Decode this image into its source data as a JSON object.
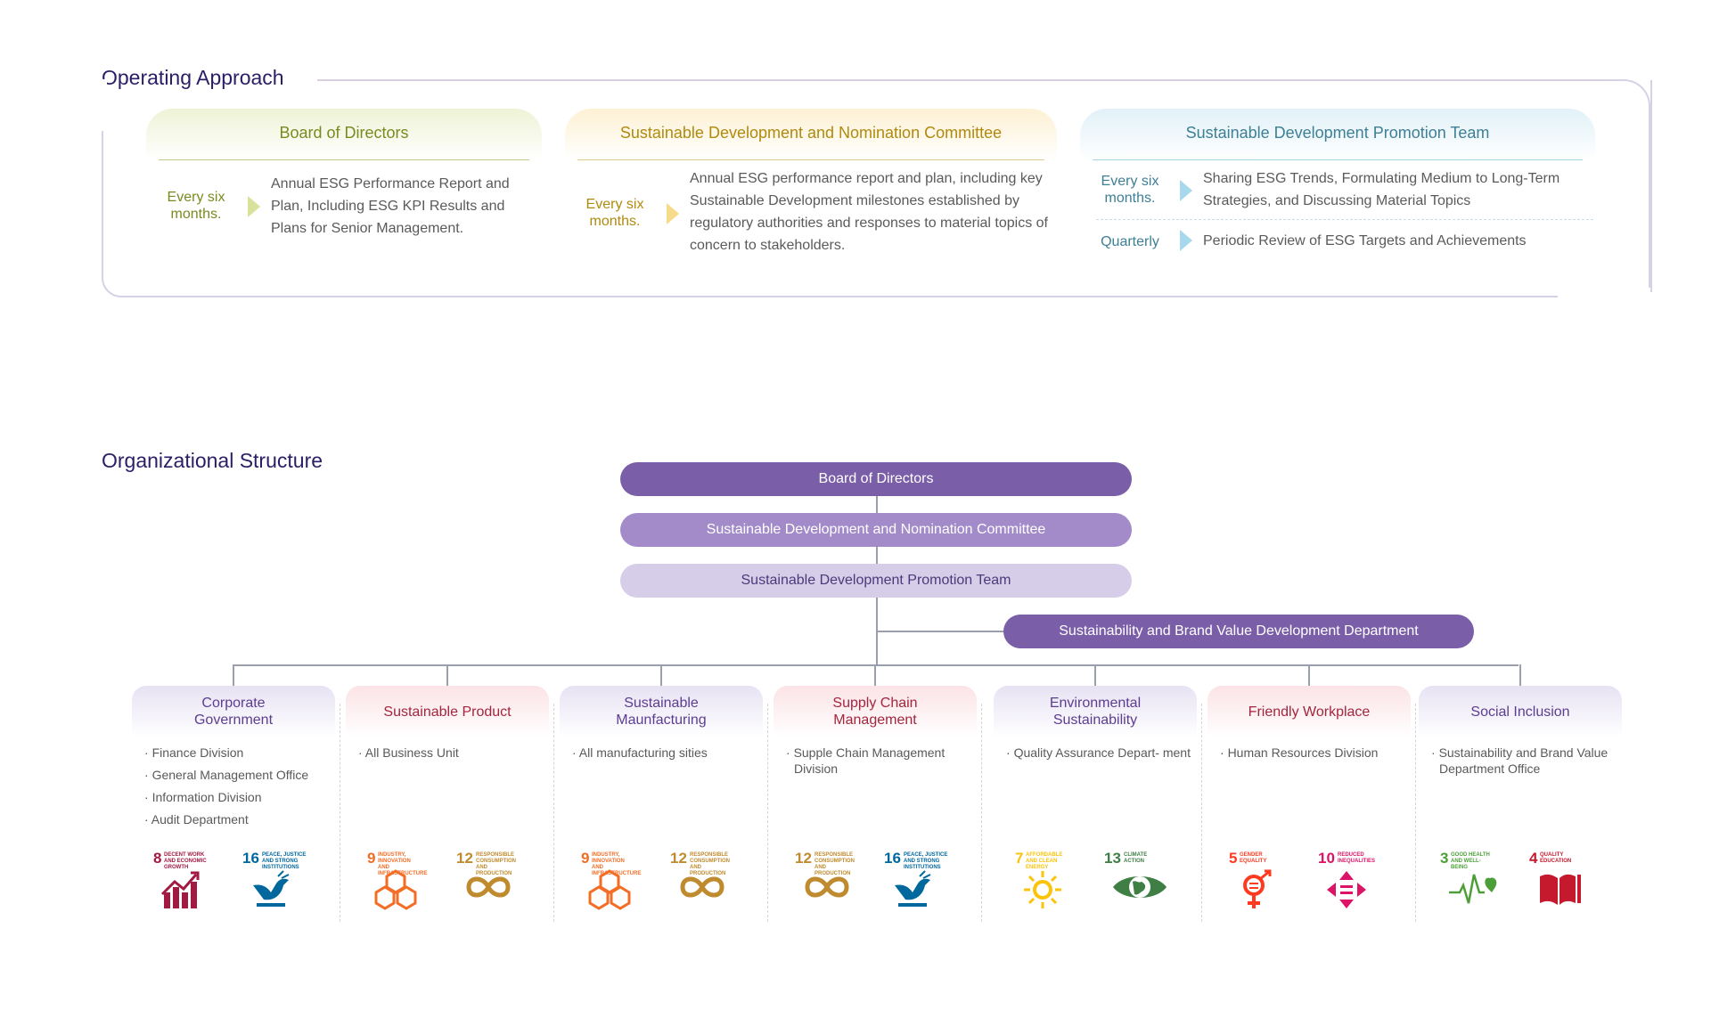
{
  "operating_approach": {
    "title": "Operating Approach",
    "cards": [
      {
        "name": "Board of Directors",
        "rows": [
          {
            "frequency": "Every six months.",
            "description": "Annual ESG Performance Report and Plan, Including ESG KPI Results and Plans for Senior Management."
          }
        ]
      },
      {
        "name": "Sustainable Development and Nomination Committee",
        "rows": [
          {
            "frequency": "Every six months.",
            "description": "Annual ESG performance report and plan, including key Sustainable Development milestones established by regulatory authorities and responses to material topics of concern to stakeholders."
          }
        ]
      },
      {
        "name": "Sustainable Development Promotion Team",
        "rows": [
          {
            "frequency": "Every six months.",
            "description": "Sharing ESG Trends, Formulating Medium to Long-Term Strategies, and Discussing Material Topics"
          },
          {
            "frequency": "Quarterly",
            "description": "Periodic Review of ESG Targets and Achievements"
          }
        ]
      }
    ]
  },
  "org_structure": {
    "title": "Organizational Structure",
    "tiers": [
      "Board of Directors",
      "Sustainable Development and Nomination Committee",
      "Sustainable Development Promotion Team"
    ],
    "department": "Sustainability and Brand Value Development Department",
    "columns": [
      {
        "title": "Corporate Government",
        "items": [
          "Finance Division",
          "General Management Office",
          "Information Division",
          "Audit Department"
        ],
        "sdgs": [
          {
            "num": "8",
            "label": "Decent work and economic growth",
            "icon": "growth-chart-icon",
            "color": "#a21942"
          },
          {
            "num": "16",
            "label": "Peace, justice and strong institutions",
            "icon": "dove-gavel-icon",
            "color": "#00689d"
          }
        ]
      },
      {
        "title": "Sustainable Product",
        "items": [
          "All Business Unit"
        ],
        "sdgs": [
          {
            "num": "9",
            "label": "Industry, innovation and infrastructure",
            "icon": "cubes-icon",
            "color": "#f36d25"
          },
          {
            "num": "12",
            "label": "Responsible consumption and production",
            "icon": "infinity-icon",
            "color": "#bf8b2e"
          }
        ]
      },
      {
        "title": "Sustainable Maunfacturing",
        "items": [
          "All manufacturing sities"
        ],
        "sdgs": [
          {
            "num": "9",
            "label": "Industry, innovation and infrastructure",
            "icon": "cubes-icon",
            "color": "#f36d25"
          },
          {
            "num": "12",
            "label": "Responsible consumption and production",
            "icon": "infinity-icon",
            "color": "#bf8b2e"
          }
        ]
      },
      {
        "title": "Supply Chain Management",
        "items": [
          "Supple Chain Management Division"
        ],
        "sdgs": [
          {
            "num": "12",
            "label": "Responsible consumption and production",
            "icon": "infinity-icon",
            "color": "#bf8b2e"
          },
          {
            "num": "16",
            "label": "Peace, justice and strong institutions",
            "icon": "dove-gavel-icon",
            "color": "#00689d"
          }
        ]
      },
      {
        "title": "Environmental Sustainability",
        "items": [
          "Quality Assurance Depart- ment"
        ],
        "sdgs": [
          {
            "num": "7",
            "label": "Affordable and clean energy",
            "icon": "sun-icon",
            "color": "#fcc30b"
          },
          {
            "num": "13",
            "label": "Climate action",
            "icon": "eye-earth-icon",
            "color": "#3f7e44"
          }
        ]
      },
      {
        "title": "Friendly Workplace",
        "items": [
          "Human Resources Division"
        ],
        "sdgs": [
          {
            "num": "5",
            "label": "Gender equality",
            "icon": "gender-icon",
            "color": "#ff3a21"
          },
          {
            "num": "10",
            "label": "Reduced inequalities",
            "icon": "equality-arrows-icon",
            "color": "#dd1367"
          }
        ]
      },
      {
        "title": "Social Inclusion",
        "items": [
          "Sustainability and Brand Value Department Office"
        ],
        "sdgs": [
          {
            "num": "3",
            "label": "Good health and well-being",
            "icon": "heartbeat-icon",
            "color": "#4c9f38"
          },
          {
            "num": "4",
            "label": "Quality education",
            "icon": "book-icon",
            "color": "#c5192d"
          }
        ]
      }
    ]
  },
  "colors": {
    "title": "#2b1d66",
    "board_green": "#7a8a1f",
    "committee_gold": "#b18a0d",
    "team_blue": "#3d7f95",
    "pill_dark": "#7b5ea8",
    "pill_mid": "#a28bc8",
    "pill_light": "#d6cde8"
  }
}
